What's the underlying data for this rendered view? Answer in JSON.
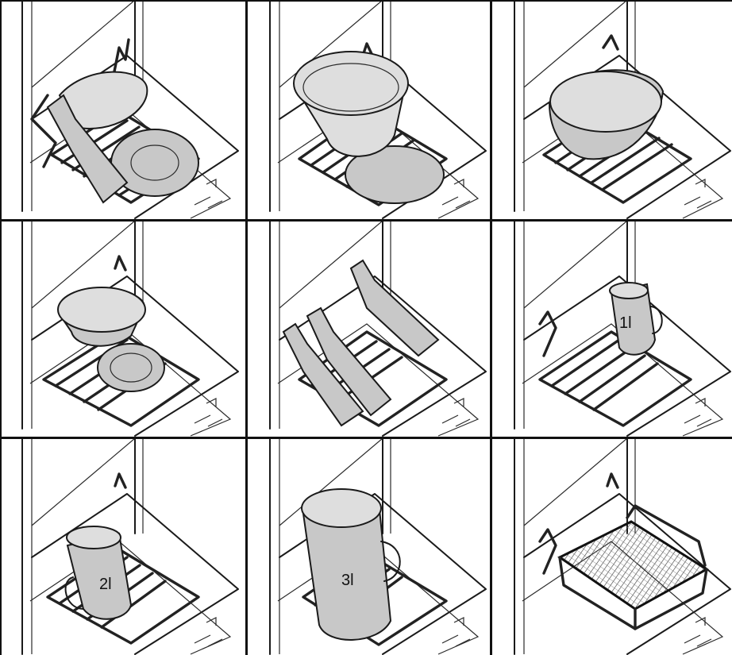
{
  "grid": {
    "rows": 3,
    "cols": 3,
    "cells": [
      {
        "id": "pot-bottle-plate",
        "items": [
          "pot",
          "bottle",
          "plate"
        ],
        "label": ""
      },
      {
        "id": "large-pot-plate",
        "items": [
          "large-pot",
          "plate"
        ],
        "label": ""
      },
      {
        "id": "bowl",
        "items": [
          "bowl"
        ],
        "label": ""
      },
      {
        "id": "small-pot-plate",
        "items": [
          "small-pot",
          "plate"
        ],
        "label": ""
      },
      {
        "id": "three-bottles",
        "items": [
          "bottle",
          "bottle",
          "bottle"
        ],
        "label": ""
      },
      {
        "id": "jug-1l",
        "items": [
          "measuring-jug"
        ],
        "label": "1l"
      },
      {
        "id": "jug-2l",
        "items": [
          "measuring-jug"
        ],
        "label": "2l"
      },
      {
        "id": "jug-3l",
        "items": [
          "measuring-jug"
        ],
        "label": "3l"
      },
      {
        "id": "mesh-basket",
        "items": [
          "mesh-basket"
        ],
        "label": ""
      }
    ]
  }
}
